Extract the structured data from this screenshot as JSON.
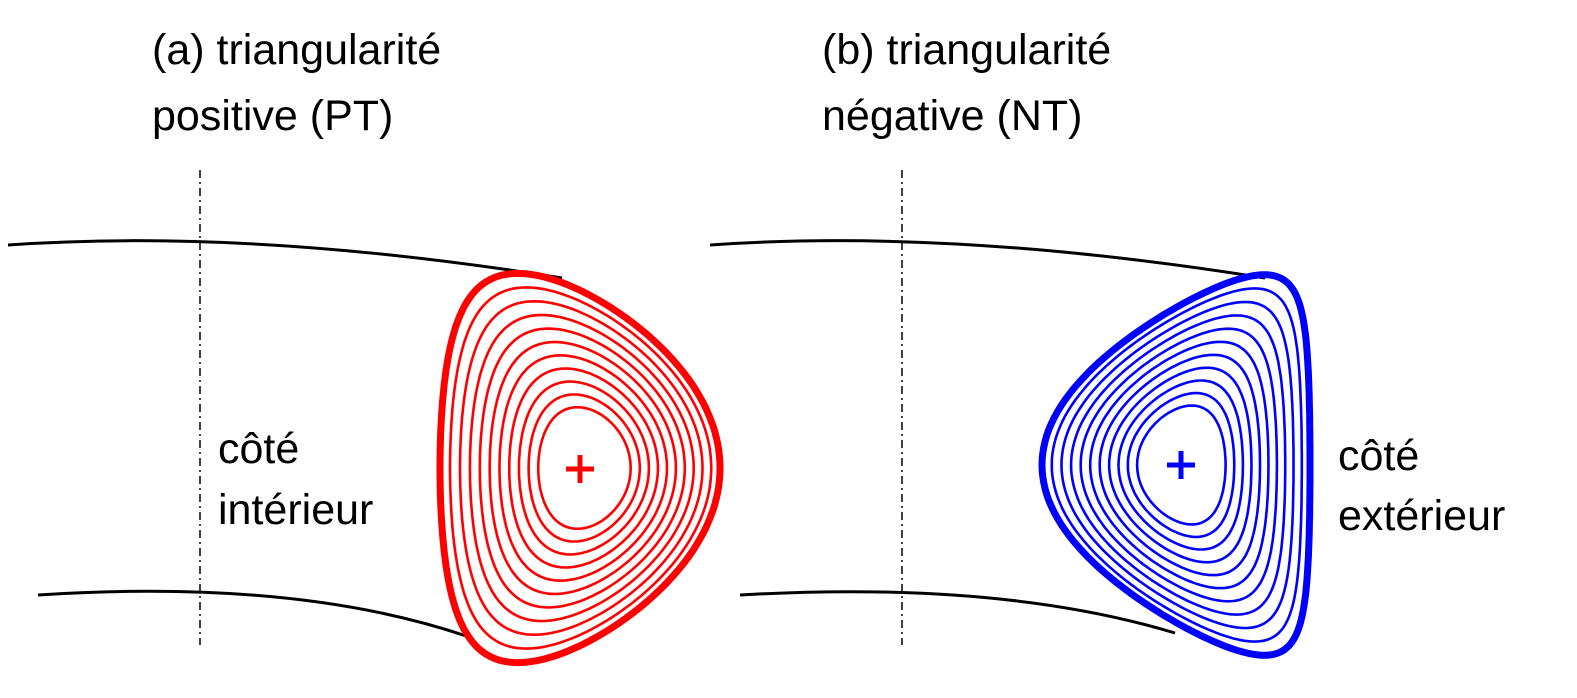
{
  "colors": {
    "positive": "#ff0000",
    "negative": "#0000ff",
    "wall": "#000000"
  },
  "panels": [
    {
      "id": "pt",
      "title_line1": "(a) triangularité",
      "title_line2": "positive (PT)",
      "side_label_line1": "côté",
      "side_label_line2": "intérieur"
    },
    {
      "id": "nt",
      "title_line1": "(b) triangularité",
      "title_line2": "négative (NT)",
      "side_label_line1": "côté",
      "side_label_line2": "extérieur"
    }
  ]
}
